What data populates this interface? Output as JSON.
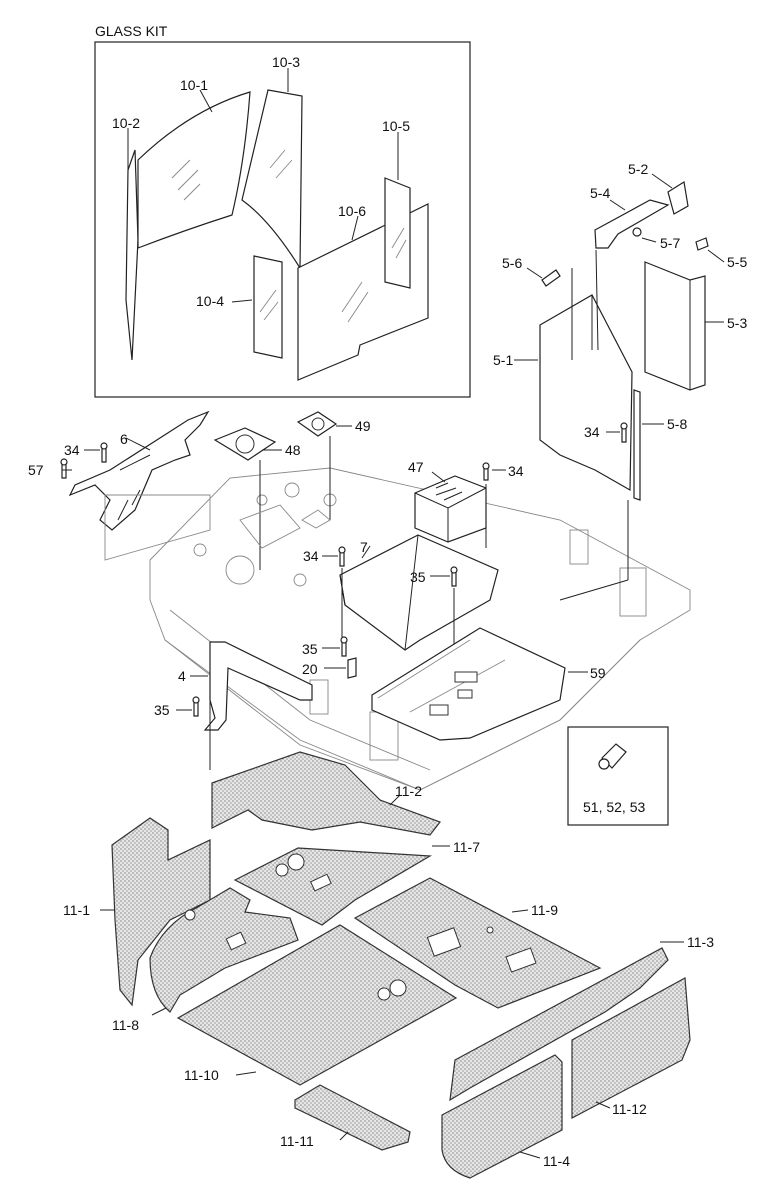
{
  "glass_kit_title": "GLASS KIT",
  "labels": {
    "p10_1": "10-1",
    "p10_2": "10-2",
    "p10_3": "10-3",
    "p10_4": "10-4",
    "p10_5": "10-5",
    "p10_6": "10-6",
    "p5_1": "5-1",
    "p5_2": "5-2",
    "p5_3": "5-3",
    "p5_4": "5-4",
    "p5_5": "5-5",
    "p5_6": "5-6",
    "p5_7": "5-7",
    "p5_8": "5-8",
    "p6": "6",
    "p34a": "34",
    "p34b": "34",
    "p34c": "34",
    "p34d": "34",
    "p57": "57",
    "p48": "48",
    "p49": "49",
    "p47": "47",
    "p7": "7",
    "p35a": "35",
    "p35b": "35",
    "p35c": "35",
    "p20": "20",
    "p4": "4",
    "p59": "59",
    "p51_52_53": "51, 52, 53",
    "p11_1": "11-1",
    "p11_2": "11-2",
    "p11_3": "11-3",
    "p11_4": "11-4",
    "p11_7": "11-7",
    "p11_8": "11-8",
    "p11_9": "11-9",
    "p11_10": "11-10",
    "p11_11": "11-11",
    "p11_12": "11-12"
  }
}
